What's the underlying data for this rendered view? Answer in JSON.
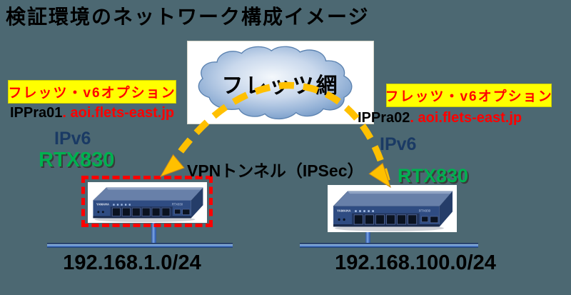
{
  "title": "検証環境のネットワーク構成イメージ",
  "cloud": {
    "label": "フレッツ網"
  },
  "tunnel": {
    "label": "VPNトンネル（IPSec）"
  },
  "left": {
    "option": "フレッツ・v6オプション",
    "hostname": "IPPra01",
    "domain": ". aoi.flets-east.jp",
    "protocol": "IPv6",
    "model": "RTX830",
    "subnet": "192.168.1.0/24"
  },
  "right": {
    "option": "フレッツ・v6オプション",
    "hostname": "IPPra02",
    "domain": ". aoi.flets-east.jp",
    "protocol": "IPv6",
    "model": "RTX830",
    "subnet": "192.168.100.0/24"
  },
  "router_face": {
    "brand": "YAMAHA",
    "model": "RTX830"
  },
  "colors": {
    "background": "#4C6872",
    "arrow_gold": "#FFC000",
    "highlight_red": "#FF0000",
    "option_bg": "#FFFF00",
    "option_text": "#FF0000",
    "protocol_navy": "#1A3A64",
    "model_green": "#00B050",
    "lan_line_blue": "#4472C4",
    "cloud_blue": "#7DA0CC"
  }
}
